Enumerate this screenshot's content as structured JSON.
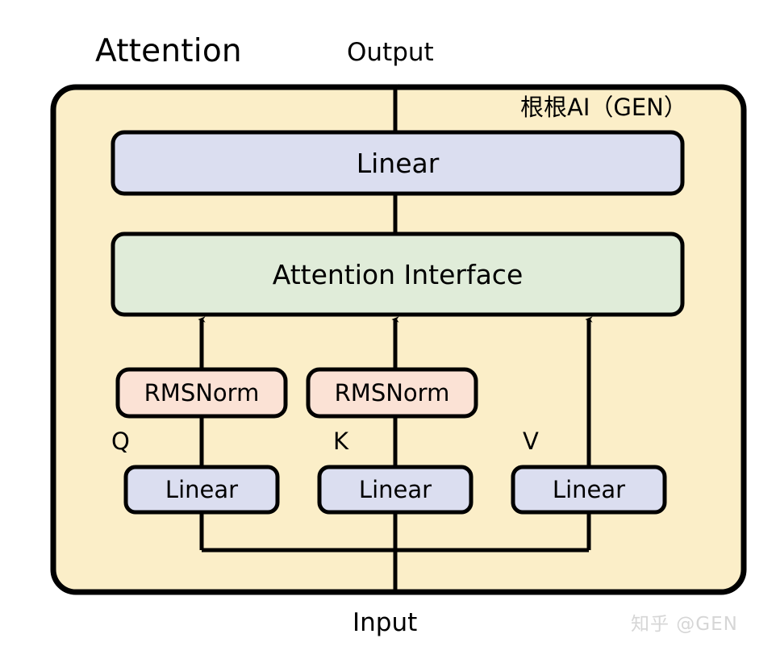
{
  "diagram": {
    "title": "Attention",
    "io": {
      "output_label": "Output",
      "input_label": "Input"
    },
    "watermarks": {
      "in_box": "根根AI（GEN）",
      "corner": "知乎 @GEN"
    },
    "container": {
      "name": "attention-block",
      "fill": "#fbeec8",
      "stroke": "#000000"
    },
    "nodes": [
      {
        "id": "linear-output",
        "label": "Linear",
        "fill": "#dbdef0"
      },
      {
        "id": "attention-interface",
        "label": "Attention Interface",
        "fill": "#e0ecd9"
      },
      {
        "id": "rmsnorm-q",
        "label": "RMSNorm",
        "fill": "#fbe2d5"
      },
      {
        "id": "rmsnorm-k",
        "label": "RMSNorm",
        "fill": "#fbe2d5"
      },
      {
        "id": "linear-q",
        "label": "Linear",
        "fill": "#dbdef0"
      },
      {
        "id": "linear-k",
        "label": "Linear",
        "fill": "#dbdef0"
      },
      {
        "id": "linear-v",
        "label": "Linear",
        "fill": "#dbdef0"
      }
    ],
    "branch_labels": {
      "q": "Q",
      "k": "K",
      "v": "V"
    },
    "colors": {
      "background": "#ffffff",
      "container_fill": "#fbeec8",
      "linear_fill": "#dbdef0",
      "attention_fill": "#e0ecd9",
      "rmsnorm_fill": "#fbe2d5",
      "line": "#000000",
      "watermark_corner": "#d6d6d6"
    }
  }
}
